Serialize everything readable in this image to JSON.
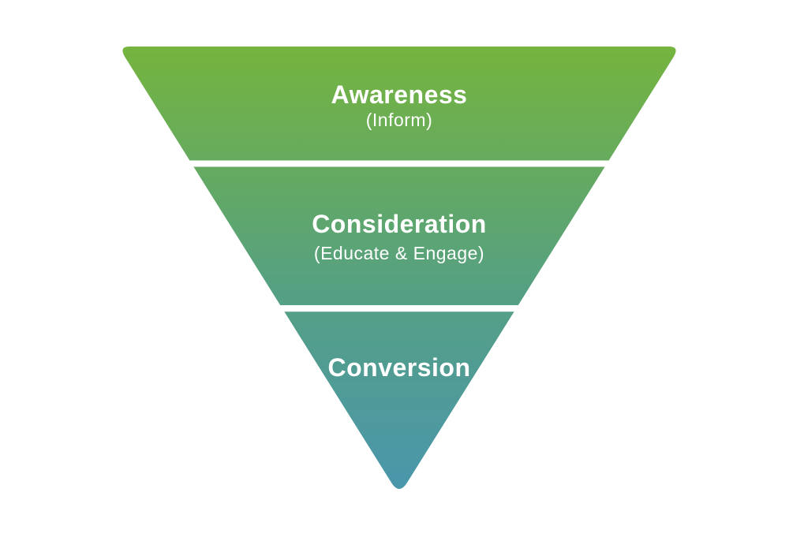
{
  "diagram": {
    "type": "funnel",
    "orientation": "inverted-pyramid",
    "background_color": "#ffffff",
    "text_color": "#ffffff",
    "gradient": {
      "top": "#75b43e",
      "middle": "#55a083",
      "bottom": "#4a96ad"
    },
    "stages": [
      {
        "label": "Awareness",
        "sublabel": "(Inform)"
      },
      {
        "label": "Consideration",
        "sublabel": "(Educate & Engage)"
      },
      {
        "label": "Conversion",
        "sublabel": ""
      }
    ]
  }
}
